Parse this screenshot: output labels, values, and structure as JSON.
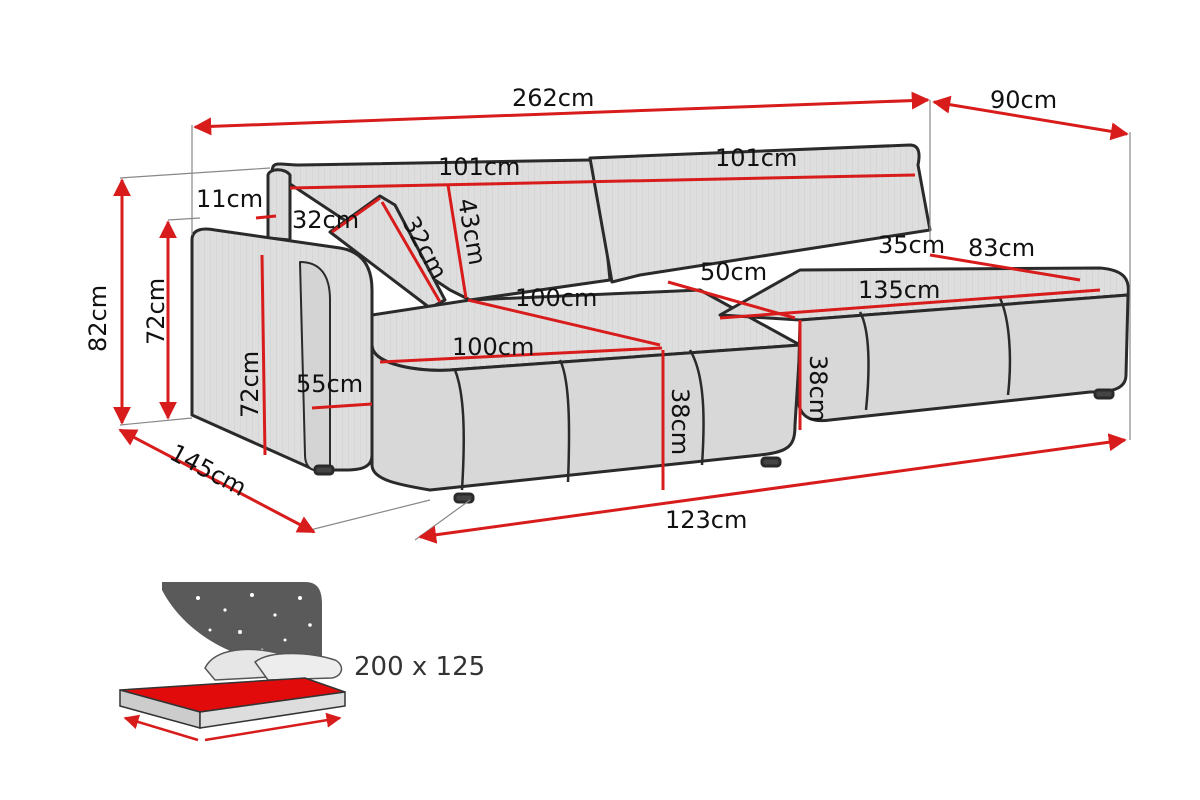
{
  "colors": {
    "dimension_line": "#d81c1c",
    "outline": "#2a2a2a",
    "fabric": "#dedede",
    "fabric_dark": "#c7c7c7",
    "text": "#111111",
    "night_sky": "#5a5a5a",
    "bed_red": "#e10b0b"
  },
  "dimensions": {
    "total_width": "262cm",
    "depth": "90cm",
    "total_height": "82cm",
    "arm_height_outer": "72cm",
    "arm_height_inner": "72cm",
    "arm_width": "11cm",
    "pillow_width": "32cm",
    "pillow_height": "32cm",
    "backrest_height": "43cm",
    "back_cushion_left": "101cm",
    "back_cushion_right": "101cm",
    "seat_back_left": "100cm",
    "seat_front_left": "100cm",
    "seat_depth_left": "55cm",
    "seat_height_left": "38cm",
    "seat_height_right": "38cm",
    "right_seat_depth": "50cm",
    "right_back_height": "35cm",
    "right_back_width": "83cm",
    "right_seat_width": "135cm",
    "chaise_length": "145cm",
    "front_width": "123cm"
  },
  "sleeping_area": {
    "caption": "200 x 125",
    "icon": "bed-night-icon"
  }
}
